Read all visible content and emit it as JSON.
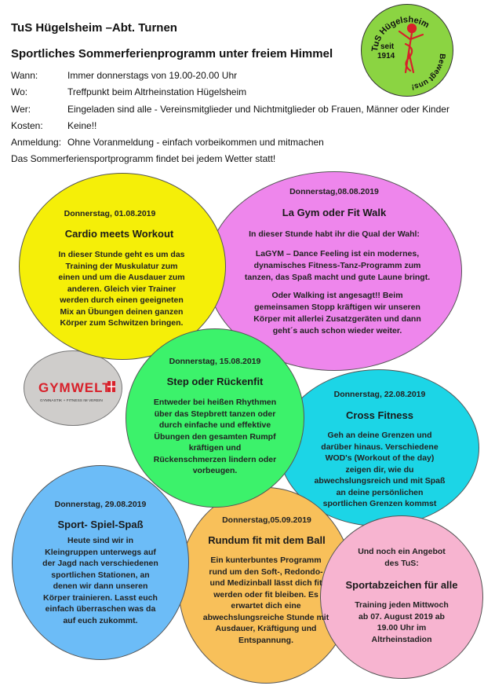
{
  "header": {
    "org": "TuS Hügelsheim –Abt. Turnen",
    "subtitle": "Sportliches Sommerferienprogramm unter freiem Himmel",
    "rows": [
      {
        "key": "Wann:",
        "value": "Immer donnerstags von 19.00-20.00 Uhr"
      },
      {
        "key": "Wo:",
        "value": "Treffpunkt beim Altrheinstation Hügelsheim"
      },
      {
        "key": "Wer:",
        "value": "Eingeladen sind alle - Vereinsmitglieder und Nichtmitglieder ob Frauen, Männer oder Kinder"
      },
      {
        "key": "Kosten:",
        "value": "Keine!!"
      },
      {
        "key": "Anmeldung:",
        "value": "Ohne Voranmeldung - einfach vorbeikommen und mitmachen"
      }
    ],
    "weather_note": "Das Sommerferiensportprogramm findet bei jedem Wetter statt!"
  },
  "logo_tus": {
    "ring_text": "TuS Hügelsheim",
    "year1": "seit",
    "year2": "1914",
    "slogan": "Bewegt uns!"
  },
  "logo_gym": {
    "brand": "GYMWELT",
    "tag": "GYMNASTIK + FITNESS IM VEREIN"
  },
  "events": {
    "e1": {
      "date": "Donnerstag, 01.08.2019",
      "title": "Cardio meets Workout",
      "lines": [
        "In dieser Stunde geht es um das",
        "Training der Muskulatur zum",
        "einen und um die Ausdauer zum",
        "anderen. Gleich vier Trainer",
        "werden durch einen geeigneten",
        "Mix an Übungen deinen ganzen",
        "Körper zum Schwitzen bringen."
      ]
    },
    "e2": {
      "date": "Donnerstag,08.08.2019",
      "title": "La Gym oder Fit Walk",
      "intro": "In dieser Stunde habt ihr die Qual der Wahl:",
      "p1": [
        "LaGYM – Dance Feeling ist ein modernes,",
        "dynamisches Fitness-Tanz-Programm zum",
        "tanzen, das Spaß macht und gute Laune  bringt."
      ],
      "p2": [
        "Oder Walking ist angesagt!! Beim",
        "gemeinsamen Stopp kräftigen wir unseren",
        "Körper mit allerlei Zusatzgeräten und dann",
        "geht´s auch schon wieder weiter."
      ]
    },
    "e3": {
      "date": "Donnerstag, 15.08.2019",
      "title": "Step oder Rückenfit",
      "lines": [
        "Entweder bei heißen Rhythmen",
        "über das Stepbrett tanzen oder",
        "durch einfache und effektive",
        "Übungen den gesamten Rumpf",
        "kräftigen  und",
        "Rückenschmerzen lindern oder",
        "vorbeugen."
      ]
    },
    "e4": {
      "date": "Donnerstag, 22.08.2019",
      "title": "Cross Fitness",
      "lines": [
        "Geh an deine Grenzen und",
        "darüber hinaus. Verschiedene",
        "WOD's (Workout of the day)",
        "zeigen dir,  wie du",
        "abwechslungsreich und mit Spaß",
        "an deine persönlichen",
        "sportlichen Grenzen kommst"
      ]
    },
    "e5": {
      "date": "Donnerstag, 29.08.2019",
      "title": "Sport- Spiel-Spaß",
      "lines": [
        "Heute sind wir in",
        "Kleingruppen unterwegs auf",
        "der Jagd nach verschiedenen",
        "sportlichen Stationen, an",
        "denen wir dann unseren",
        "Körper trainieren. Lasst euch",
        "einfach überraschen was da",
        "auf euch zukommt."
      ]
    },
    "e6": {
      "date": "Donnerstag,05.09.2019",
      "title": "Rundum fit mit dem Ball",
      "lines": [
        "Ein kunterbuntes Programm",
        "rund um den Soft-, Redondo-",
        "und Medizinball lässt dich fit",
        "werden oder fit bleiben. Es",
        "erwartet dich eine",
        "abwechslungsreiche Stunde  mit",
        "Ausdauer, Kräftigung und",
        "Entspannung."
      ]
    },
    "e7": {
      "intro1": "Und noch ein Angebot",
      "intro2": "des TuS:",
      "title": "Sportabzeichen für alle",
      "lines": [
        "Training jeden Mittwoch",
        "ab 07. August 2019 ab",
        "19.00 Uhr im",
        "Altrheinstadion"
      ]
    }
  },
  "colors": {
    "yellow": "#f5ef08",
    "violet": "#ee86ec",
    "green": "#3cf26b",
    "cyan": "#1cd5e6",
    "blue": "#6cbcf7",
    "orange": "#f8c05a",
    "pink": "#f7b4d0",
    "tus_green": "#8bd442",
    "gym_red": "#d8202a"
  }
}
